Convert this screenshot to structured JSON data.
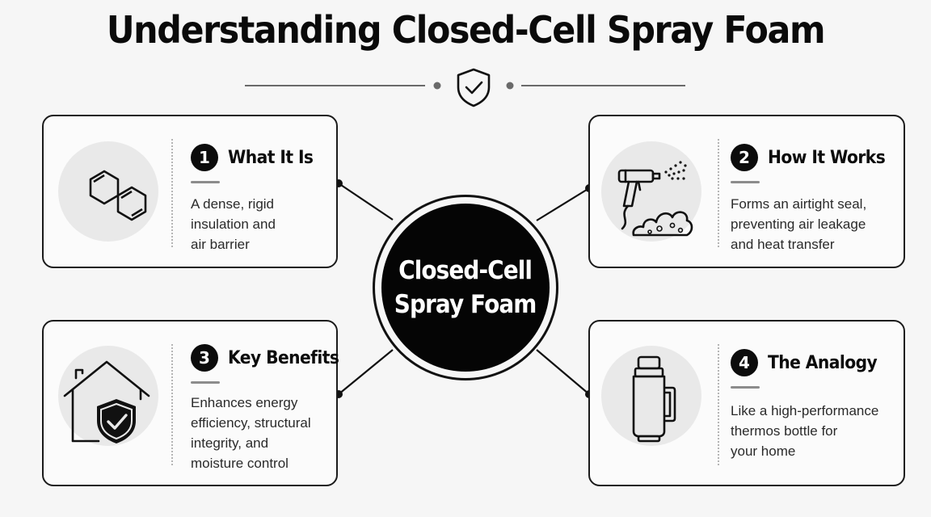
{
  "title": "Understanding Closed-Cell Spray Foam",
  "header_icon": "shield-check-icon",
  "center": {
    "line1": "Closed-Cell",
    "line2": "Spray Foam"
  },
  "cards": [
    {
      "number": "1",
      "title": "What It Is",
      "icon": "molecule-icon",
      "body": [
        "A dense, rigid",
        "insulation and",
        "air barrier"
      ]
    },
    {
      "number": "2",
      "title": "How It Works",
      "icon": "spray-gun-icon",
      "body": [
        "Forms an airtight seal,",
        "preventing air leakage",
        "and heat transfer"
      ]
    },
    {
      "number": "3",
      "title": "Key Benefits",
      "icon": "house-shield-icon",
      "body": [
        "Enhances energy",
        "efficiency, structural",
        "integrity, and",
        "moisture control"
      ]
    },
    {
      "number": "4",
      "title": "The Analogy",
      "icon": "thermos-icon",
      "body": [
        "Like a high-performance",
        "thermos bottle for",
        "your home"
      ]
    }
  ],
  "colors": {
    "ink": "#111111",
    "disc": "#e9e9e9",
    "background": "#f6f6f6"
  }
}
